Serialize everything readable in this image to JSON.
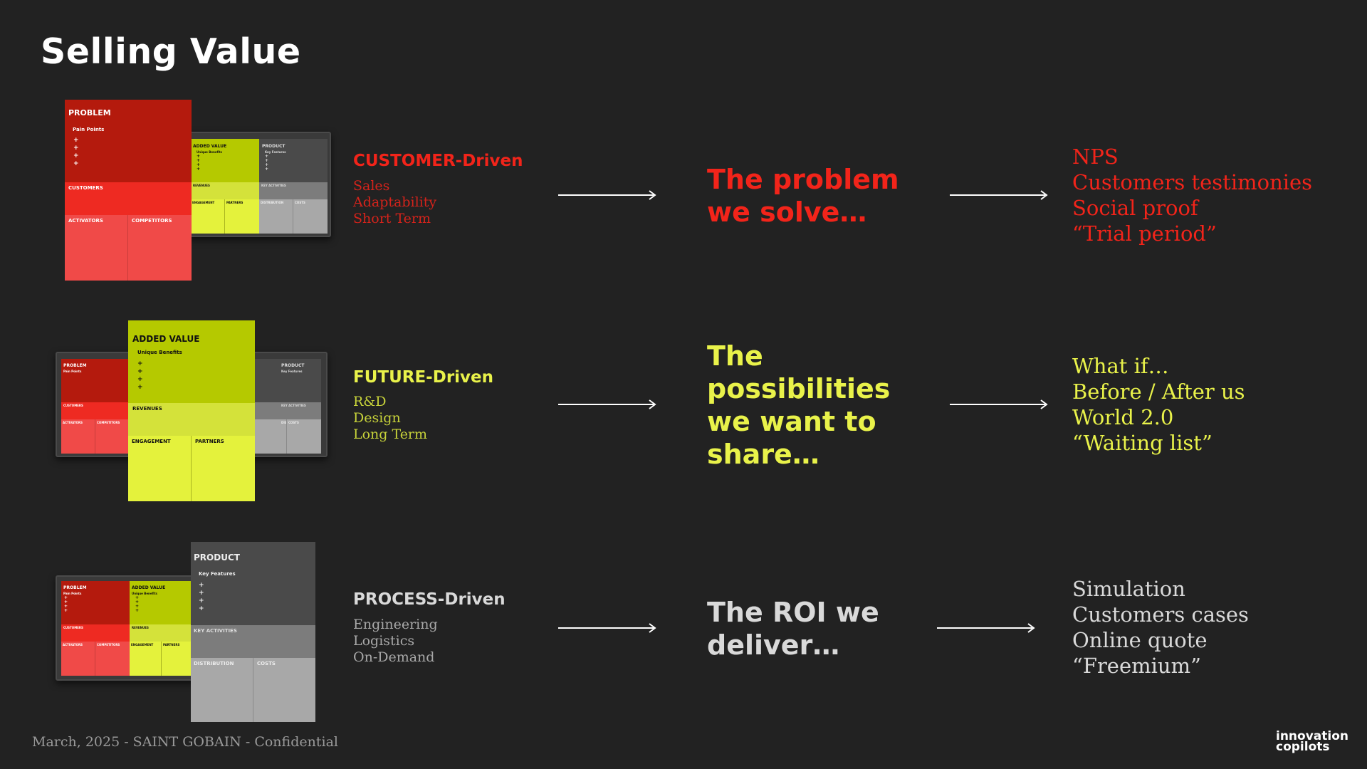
{
  "slide_title": "Selling Value",
  "colors": {
    "red": "#f2241a",
    "yellow": "#e9f24a",
    "light_gray": "#d9d9d9",
    "sub_red": "#d4231b",
    "sub_yellow": "#c7d23a",
    "sub_gray": "#a8a8a8"
  },
  "canvas": {
    "problem": "PROBLEM",
    "pain_points": "Pain Points",
    "customers": "CUSTOMERS",
    "activators": "ACTIVATORS",
    "competitors": "COMPETITORS",
    "added_value": "ADDED VALUE",
    "unique_benefits": "Unique Benefits",
    "revenues": "REVENUES",
    "engagement": "ENGAGEMENT",
    "partners": "PARTNERS",
    "product": "PRODUCT",
    "key_features": "Key Features",
    "key_activities": "KEY ACTIVITIES",
    "distribution": "DISTRIBUTION",
    "costs": "COSTS",
    "bullet": "+"
  },
  "rows": [
    {
      "heading": "CUSTOMER-Driven",
      "subitems": [
        "Sales",
        "Adaptability",
        "Short Term"
      ],
      "statement": [
        "The problem",
        "we solve…"
      ],
      "outcomes": [
        "NPS",
        "Customers testimonies",
        "Social proof",
        "“Trial period”"
      ]
    },
    {
      "heading": "FUTURE-Driven",
      "subitems": [
        "R&D",
        "Design",
        "Long Term"
      ],
      "statement": [
        "The",
        "possibilities",
        "we want to",
        "share…"
      ],
      "outcomes": [
        "What if…",
        "Before / After us",
        "World 2.0",
        "“Waiting list”"
      ]
    },
    {
      "heading": "PROCESS-Driven",
      "subitems": [
        "Engineering",
        "Logistics",
        "On-Demand"
      ],
      "statement": [
        "The ROI we",
        "deliver…"
      ],
      "outcomes": [
        "Simulation",
        "Customers cases",
        "Online quote",
        "“Freemium”"
      ]
    }
  ],
  "footer": "March, 2025 - SAINT GOBAIN - Confidential",
  "logo": [
    "innovation",
    "copilots"
  ]
}
